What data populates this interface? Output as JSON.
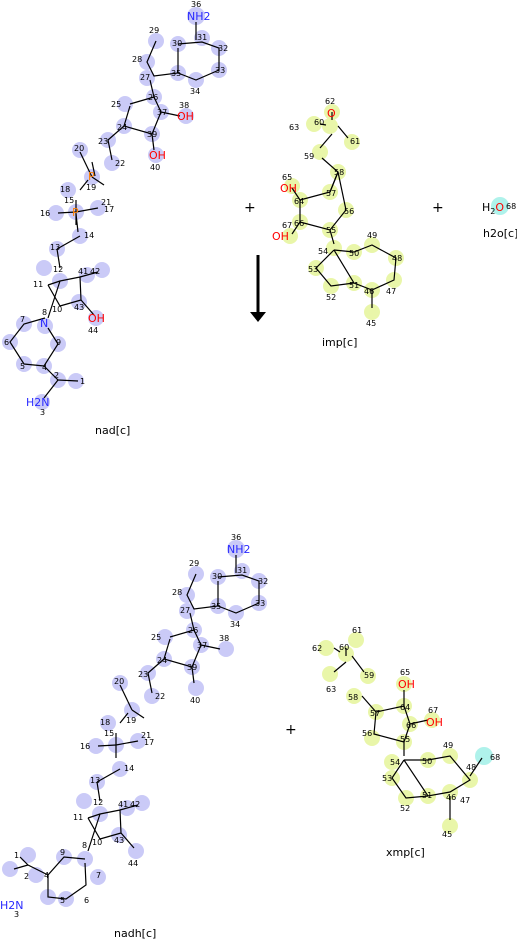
{
  "reaction": {
    "reactants": [
      {
        "name": "nad[c]"
      },
      {
        "name": "imp[c]"
      },
      {
        "name": "h2o[c]"
      }
    ],
    "products": [
      {
        "name": "nadh[c]"
      },
      {
        "name": "xmp[c]"
      }
    ],
    "plus": "+"
  },
  "colors": {
    "highlight_nad": "#b9b9f5",
    "highlight_imp": "#e6f59b",
    "highlight_h2o": "#9befe6",
    "nitrogen": "#2a2aff",
    "oxygen": "#ff0000",
    "phosphorus": "#ff8000"
  },
  "atoms": {
    "top_nad": {
      "n29": "29",
      "n30": "30",
      "n31": "31",
      "n32": "32",
      "n33": "33",
      "n34": "34",
      "n35": "35",
      "n27": "27",
      "n28": "28",
      "n36": "36",
      "nh2": "NH2",
      "n25": "25",
      "n26": "26",
      "n37": "37",
      "n38": "38",
      "n39": "39",
      "n40": "40",
      "n24": "24",
      "n23": "23",
      "n22": "22",
      "n20": "20",
      "n19": "19",
      "n18": "18",
      "n15": "15",
      "n16": "16",
      "n17": "17",
      "n21": "21",
      "n14": "14",
      "n13": "13",
      "n12": "12",
      "n11": "11",
      "n10": "10",
      "n41": "41",
      "n42": "42",
      "n43": "43",
      "n44": "44",
      "n7": "7",
      "n8": "8",
      "n9": "9",
      "n6": "6",
      "n5": "5",
      "n4": "4",
      "n2": "2",
      "n1": "1",
      "n3": "3",
      "h2n": "H2N",
      "oh": "OH",
      "o": "O",
      "p": "P",
      "n": "N"
    }
  }
}
